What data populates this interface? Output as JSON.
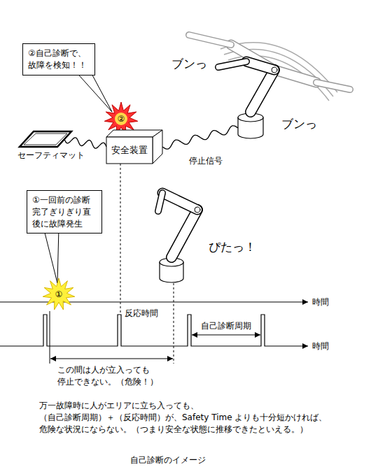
{
  "diagram": {
    "caption": "自己診断のイメージ",
    "nodes": [
      {
        "text": [
          "②自己診断で、故障を検知！！"
        ]
      },
      {
        "text": [
          "②"
        ]
      },
      {
        "text": [
          "セーフティマット"
        ]
      },
      {
        "text": [
          "安全装置"
        ]
      },
      {
        "text": [
          "ブンっ",
          "ブンっ"
        ]
      },
      {
        "text": [
          "①一回前の診断完了ぎりぎり直後に故障発生"
        ]
      },
      {
        "text": [
          "①"
        ]
      }
    ],
    "edges": [
      {
        "from": 2,
        "to": 3,
        "arrow": "none"
      },
      {
        "from": 3,
        "to": 4,
        "label": "停止信号",
        "arrow": "none"
      }
    ],
    "labels": [
      "ぴたっ！",
      "反応時間",
      "時間",
      "自己診断周期",
      "時間",
      "この間は人が立入っても 停止できない。（危険！）",
      "万一故障時に人がエリアに立ち入っても、",
      "（自己診断周期）＋（反応時間）が、Safety Time よりも十分短かければ、",
      "危険な状況にならない。（つまり安全な状態に推移できたといえる。）"
    ]
  }
}
